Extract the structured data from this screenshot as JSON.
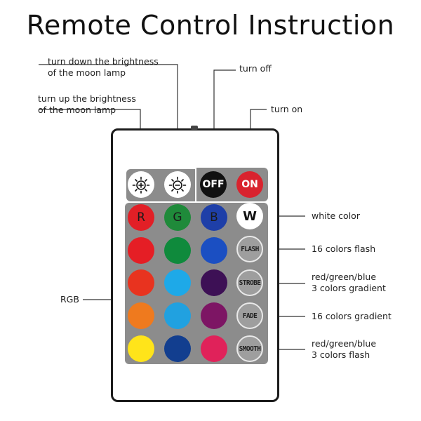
{
  "title": "Remote Control Instruction",
  "callouts": {
    "brightness_down": [
      "turn down the brightness",
      "of the moon lamp"
    ],
    "brightness_up": [
      "turn up the brightness",
      "of the moon lamp"
    ],
    "turn_off": "turn off",
    "turn_on": "turn on",
    "white_color": "white color",
    "flash": "16 colors flash",
    "strobe": [
      "red/green/blue",
      "3 colors gradient"
    ],
    "fade": "16 colors gradient",
    "smooth": [
      "red/green/blue",
      "3 colors flash"
    ],
    "rgb": "RGB"
  },
  "buttons": {
    "brightness_up_icon": "sun-plus-icon",
    "brightness_down_icon": "sun-minus-icon",
    "off": "OFF",
    "on": "ON",
    "r": "R",
    "g": "G",
    "b": "B",
    "w": "W",
    "flash": "FLASH",
    "strobe": "STROBE",
    "fade": "FADE",
    "smooth": "SMOOTH"
  },
  "colors": {
    "remote_border": "#1c1c1c",
    "panel": "#8c8c8c",
    "off_button": "#111111",
    "on_button": "#d9232e",
    "grid": [
      [
        "#e21f26",
        "#1f8a3a",
        "#1e3fa8"
      ],
      [
        "#e51e25",
        "#0f8a3c",
        "#1b4fc2"
      ],
      [
        "#e8331f",
        "#1ea9e8",
        "#3d1055"
      ],
      [
        "#ef7a1e",
        "#21a1e0",
        "#7d1564"
      ],
      [
        "#ffe41a",
        "#123e8f",
        "#e0225a"
      ]
    ]
  }
}
